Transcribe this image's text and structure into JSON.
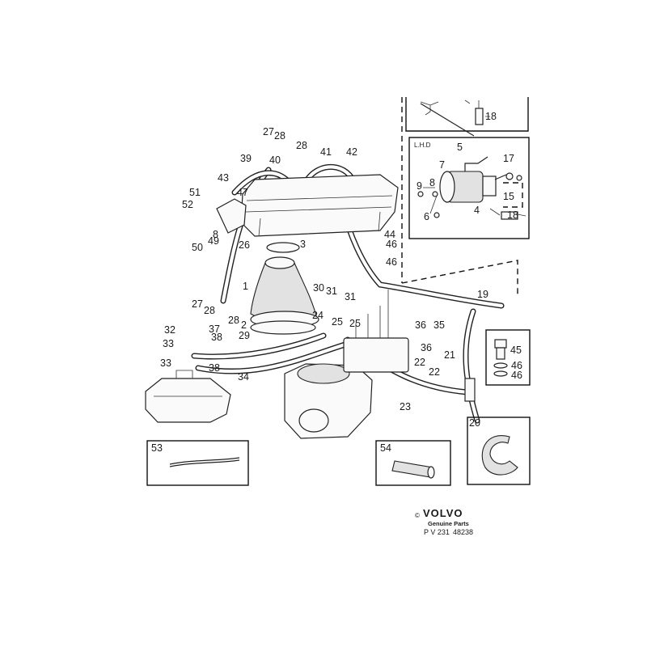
{
  "callouts": [
    {
      "id": "c18a",
      "text": "18"
    },
    {
      "id": "c5",
      "text": "5"
    },
    {
      "id": "c17",
      "text": "17"
    },
    {
      "id": "c7",
      "text": "7"
    },
    {
      "id": "c9",
      "text": "9"
    },
    {
      "id": "c8a",
      "text": "8"
    },
    {
      "id": "c15",
      "text": "15"
    },
    {
      "id": "c4",
      "text": "4"
    },
    {
      "id": "c6",
      "text": "6"
    },
    {
      "id": "c18b",
      "text": "18"
    },
    {
      "id": "c27a",
      "text": "27"
    },
    {
      "id": "c28a",
      "text": "28"
    },
    {
      "id": "c28b",
      "text": "28"
    },
    {
      "id": "c39",
      "text": "39"
    },
    {
      "id": "c40",
      "text": "40"
    },
    {
      "id": "c41",
      "text": "41"
    },
    {
      "id": "c42",
      "text": "42"
    },
    {
      "id": "c43",
      "text": "43"
    },
    {
      "id": "c47",
      "text": "47"
    },
    {
      "id": "c51",
      "text": "51"
    },
    {
      "id": "c52",
      "text": "52"
    },
    {
      "id": "c8b",
      "text": "8"
    },
    {
      "id": "c49",
      "text": "49"
    },
    {
      "id": "c50",
      "text": "50"
    },
    {
      "id": "c26",
      "text": "26"
    },
    {
      "id": "c3",
      "text": "3"
    },
    {
      "id": "c44",
      "text": "44"
    },
    {
      "id": "c46a",
      "text": "46"
    },
    {
      "id": "c46b",
      "text": "46"
    },
    {
      "id": "c1",
      "text": "1"
    },
    {
      "id": "c30",
      "text": "30"
    },
    {
      "id": "c31a",
      "text": "31"
    },
    {
      "id": "c31b",
      "text": "31"
    },
    {
      "id": "c19",
      "text": "19"
    },
    {
      "id": "c27b",
      "text": "27"
    },
    {
      "id": "c28c",
      "text": "28"
    },
    {
      "id": "c24",
      "text": "24"
    },
    {
      "id": "c28d",
      "text": "28"
    },
    {
      "id": "c2",
      "text": "2"
    },
    {
      "id": "c25a",
      "text": "25"
    },
    {
      "id": "c25b",
      "text": "25"
    },
    {
      "id": "c29",
      "text": "29"
    },
    {
      "id": "c36a",
      "text": "36"
    },
    {
      "id": "c35",
      "text": "35"
    },
    {
      "id": "c36b",
      "text": "36"
    },
    {
      "id": "c21",
      "text": "21"
    },
    {
      "id": "c32",
      "text": "32"
    },
    {
      "id": "c37",
      "text": "37"
    },
    {
      "id": "c38a",
      "text": "38"
    },
    {
      "id": "c33a",
      "text": "33"
    },
    {
      "id": "c33b",
      "text": "33"
    },
    {
      "id": "c38b",
      "text": "38"
    },
    {
      "id": "c34",
      "text": "34"
    },
    {
      "id": "c22a",
      "text": "22"
    },
    {
      "id": "c22b",
      "text": "22"
    },
    {
      "id": "c45",
      "text": "45"
    },
    {
      "id": "c46c",
      "text": "46"
    },
    {
      "id": "c46d",
      "text": "46"
    },
    {
      "id": "c23",
      "text": "23"
    },
    {
      "id": "c20",
      "text": "20"
    },
    {
      "id": "c53",
      "text": "53"
    },
    {
      "id": "c54",
      "text": "54"
    }
  ],
  "inset": {
    "lhd_label": "L.H.D"
  },
  "footer": {
    "copyright_symbol": "©",
    "brand": "VOLVO",
    "tagline": "Genuine Parts",
    "part_no_prefix": "P V 231",
    "part_no": "48238"
  }
}
